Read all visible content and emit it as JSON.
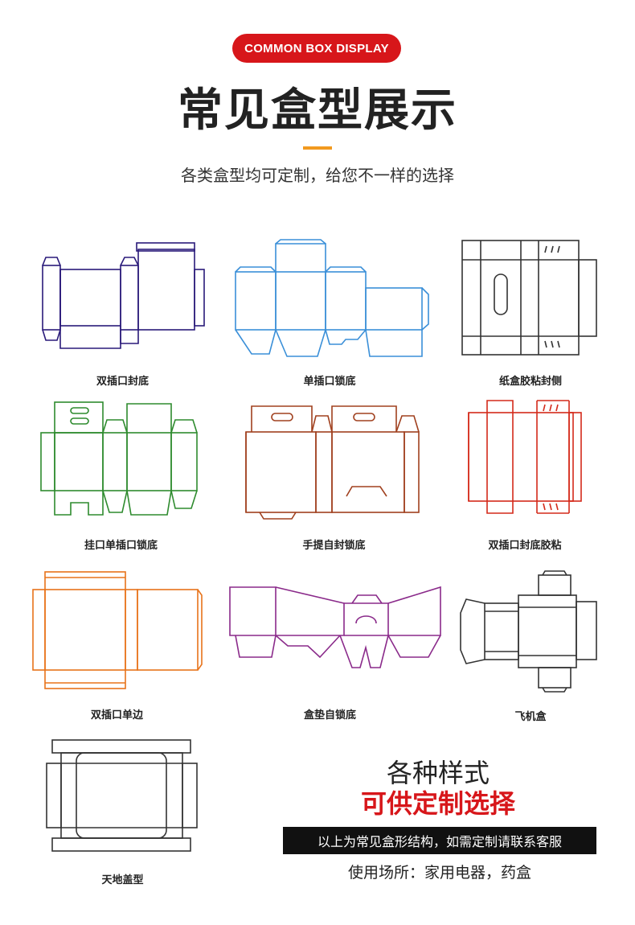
{
  "header": {
    "badge": "COMMON BOX DISPLAY",
    "title": "常见盒型展示",
    "subtitle": "各类盒型均可定制，给您不一样的选择",
    "accent_color": "#d7161a",
    "dash_color": "#f29a1f"
  },
  "boxes": [
    {
      "label": "双插口封底",
      "color": "#2a1a7a",
      "icon": "dieline-double-tuck"
    },
    {
      "label": "单插口锁底",
      "color": "#3a8fd8",
      "icon": "dieline-lock-bottom"
    },
    {
      "label": "纸盒胶粘封侧",
      "color": "#333333",
      "icon": "dieline-glued-side"
    },
    {
      "label": "挂口单插口锁底",
      "color": "#2e8b2e",
      "icon": "dieline-hanger-lock"
    },
    {
      "label": "手提自封锁底",
      "color": "#a0401e",
      "icon": "dieline-handle-box"
    },
    {
      "label": "双插口封底胶粘",
      "color": "#d42a1a",
      "icon": "dieline-double-tuck-glued"
    },
    {
      "label": "双插口单边",
      "color": "#e8731a",
      "icon": "dieline-double-tuck-single"
    },
    {
      "label": "盒垫自锁底",
      "color": "#8a2a8a",
      "icon": "dieline-pad-lock"
    },
    {
      "label": "飞机盒",
      "color": "#333333",
      "icon": "dieline-mailer"
    },
    {
      "label": "天地盖型",
      "color": "#333333",
      "icon": "dieline-lid-base"
    }
  ],
  "promo": {
    "line1": "各种样式",
    "line2": "可供定制选择",
    "banner": "以上为常见盒形结构，如需定制请联系客服",
    "usage": "使用场所：家用电器，药盒"
  }
}
